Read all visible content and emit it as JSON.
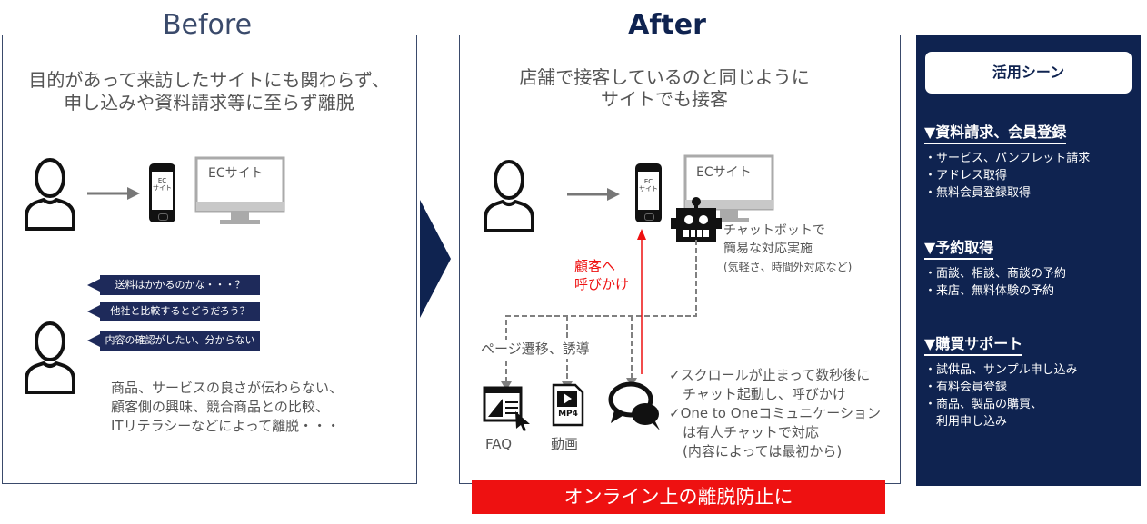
{
  "before": {
    "title": "Before",
    "headline_line1": "目的があって来訪したサイトにも関わらず、",
    "headline_line2": "申し込みや資料請求等に至らず離脱",
    "phone_label_line1": "EC",
    "phone_label_line2": "サイト",
    "monitor_label": "ECサイト",
    "bubbles": [
      "送料はかかるのかな・・・？",
      "他社と比較するとどうだろう？",
      "内容の確認がしたい、分からない"
    ],
    "reason_lines": [
      "商品、サービスの良さが伝わらない、",
      "顧客側の興味、競合商品との比較、",
      "ITリテラシーなどによって離脱・・・"
    ]
  },
  "after": {
    "title": "After",
    "headline_line1": "店舗で接客しているのと同じように",
    "headline_line2": "サイトでも接客",
    "phone_label_line1": "EC",
    "phone_label_line2": "サイト",
    "monitor_label": "ECサイト",
    "bot_lines": [
      "チャットボットで",
      "簡易な対応実施"
    ],
    "bot_note": "(気軽さ、時間外対応など)",
    "call_line1": "顧客へ",
    "call_line2": "呼びかけ",
    "page_transition": "ページ遷移、誘導",
    "faq_label": "FAQ",
    "video_label": "動画",
    "mp4_label": "MP4",
    "check_lines": [
      "✓スクロールが止まって数秒後に",
      "　チャット起動し、呼びかけ",
      "✓One to Oneコミュニケーション",
      "　は有人チャットで対応",
      "　(内容によっては最初から)"
    ]
  },
  "banner": "オンライン上の離脱防止に",
  "sidebar": {
    "title": "活用シーン",
    "sections": [
      {
        "heading": "▼資料請求、会員登録",
        "items": [
          "・サービス、パンフレット請求",
          "・アドレス取得",
          "・無料会員登録取得"
        ]
      },
      {
        "heading": "▼予約取得",
        "items": [
          "・面談、相談、商談の予約",
          "・来店、無料体験の予約"
        ]
      },
      {
        "heading": "▼購買サポート",
        "items": [
          "・試供品、サンプル申し込み",
          "・有料会員登録",
          "・商品、製品の購買、",
          "　利用申し込み"
        ]
      }
    ]
  },
  "colors": {
    "navy": "#0f2350",
    "bubble": "#1e2a5a",
    "red": "#ee1111",
    "arrow": "#808080"
  }
}
